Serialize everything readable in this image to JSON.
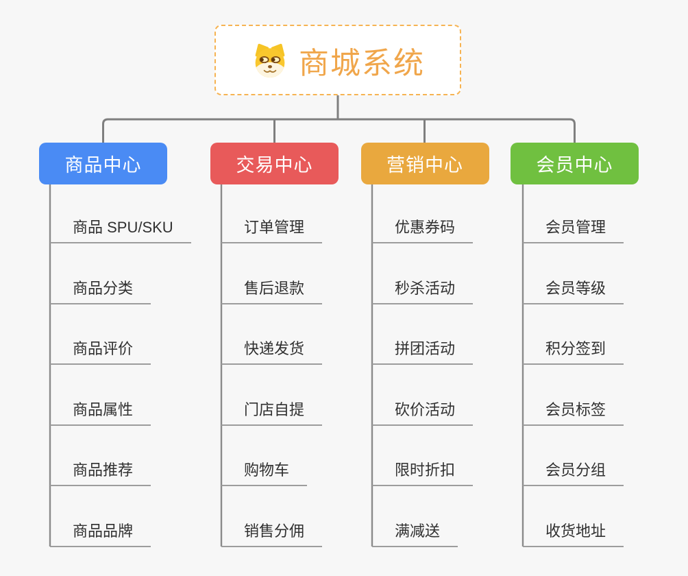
{
  "root": {
    "title": "商城系统",
    "icon": "doge-face"
  },
  "branches": [
    {
      "label": "商品中心",
      "color": "#4a8bf4",
      "items": [
        "商品 SPU/SKU",
        "商品分类",
        "商品评价",
        "商品属性",
        "商品推荐",
        "商品品牌"
      ]
    },
    {
      "label": "交易中心",
      "color": "#e85a5a",
      "items": [
        "订单管理",
        "售后退款",
        "快递发货",
        "门店自提",
        "购物车",
        "销售分佣"
      ]
    },
    {
      "label": "营销中心",
      "color": "#e9a83e",
      "items": [
        "优惠券码",
        "秒杀活动",
        "拼团活动",
        "砍价活动",
        "限时折扣",
        "满减送"
      ]
    },
    {
      "label": "会员中心",
      "color": "#70c040",
      "items": [
        "会员管理",
        "会员等级",
        "积分签到",
        "会员标签",
        "会员分组",
        "收货地址"
      ]
    }
  ],
  "colors": {
    "background": "#f7f7f7",
    "connector": "#7f7f7f",
    "column_line": "#8a8a8a",
    "item_underline": "#9c9c9c",
    "item_text": "#303030",
    "root_border": "#f6b352",
    "root_title": "#f0a64b"
  }
}
